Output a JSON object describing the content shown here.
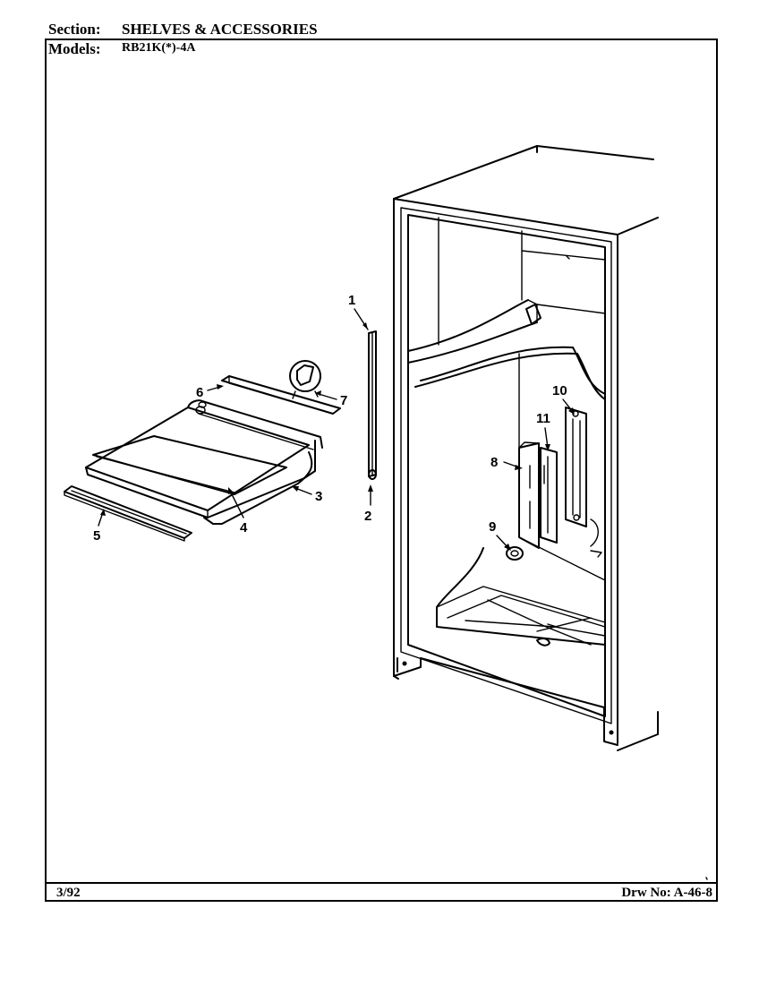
{
  "header": {
    "section_label": "Section:",
    "section_value": "SHELVES & ACCESSORIES",
    "models_label": "Models:",
    "models_value": "RB21K(*)-4A"
  },
  "footer": {
    "date": "3/92",
    "drawing_no": "Drw No: A-46-8"
  },
  "callouts": [
    "1",
    "2",
    "3",
    "4",
    "5",
    "6",
    "7",
    "8",
    "9",
    "10",
    "11"
  ]
}
